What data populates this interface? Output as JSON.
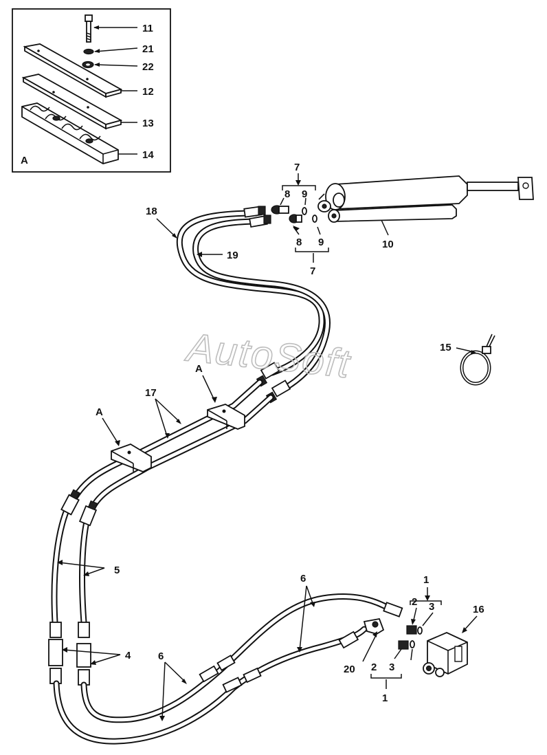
{
  "diagram": {
    "inset_label": "A",
    "watermark": "AutoSoft",
    "callouts": {
      "c11": "11",
      "c21": "21",
      "c22": "22",
      "c12": "12",
      "c13": "13",
      "c14": "14",
      "c7_top": "7",
      "c8_top": "8",
      "c9_top": "9",
      "c8_bottom": "8",
      "c9_bottom": "9",
      "c7_bottom": "7",
      "c10": "10",
      "c18": "18",
      "c19": "19",
      "c15": "15",
      "cA_upper": "A",
      "c17": "17",
      "cA_lower": "A",
      "c5": "5",
      "c4": "4",
      "c6_upper": "6",
      "c6_lower": "6",
      "c1_top": "1",
      "c2_top": "2",
      "c3_top": "3",
      "c16": "16",
      "c20": "20",
      "c2_bottom": "2",
      "c3_bottom": "3",
      "c1_bottom": "1"
    }
  }
}
